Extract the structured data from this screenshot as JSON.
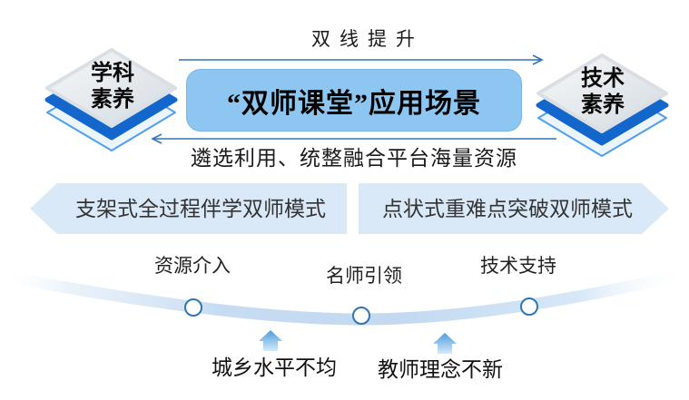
{
  "title_box": {
    "label": "“双师课堂”应用场景"
  },
  "top_flow": {
    "label": "双线提升"
  },
  "bottom_flow": {
    "label": "遴选利用、统整融合平台海量资源"
  },
  "pillars": {
    "left": {
      "line1": "学科",
      "line2": "素养"
    },
    "right": {
      "line1": "技术",
      "line2": "素养"
    }
  },
  "modes": {
    "left": {
      "label": "支架式全过程伴学双师模式"
    },
    "right": {
      "label": "点状式重难点突破双师模式"
    }
  },
  "stages": [
    {
      "label": "资源介入"
    },
    {
      "label": "名师引领"
    },
    {
      "label": "技术支持"
    }
  ],
  "problems": [
    {
      "label": "城乡水平不均"
    },
    {
      "label": "教师理念不新"
    }
  ],
  "colors": {
    "accent_arrow": "#2E75B6",
    "title_box_fill": "#8DC6F1",
    "mode_band_fill": "#D9E9F8",
    "pillar_edge_blue": "#1266CC",
    "pillar_top_face": "#E3E8ED",
    "timeline_band": "#C7DCF2",
    "circle_stroke": "#2E75B6"
  }
}
